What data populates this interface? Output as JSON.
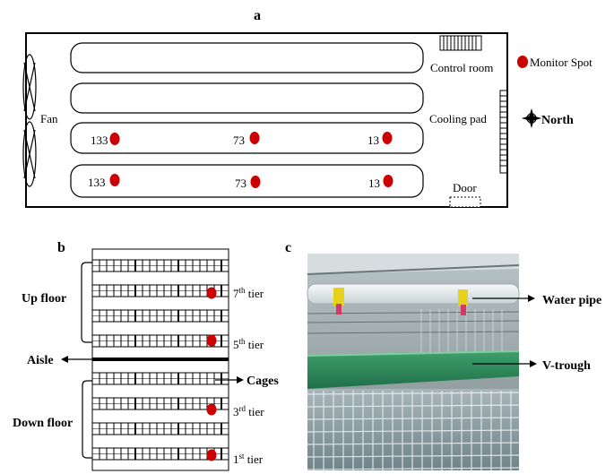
{
  "panel_a": {
    "title": "a",
    "fan": "Fan",
    "control_room": "Control room",
    "cooling_pad": "Cooling pad",
    "door": "Door",
    "monitor_spot": "Monitor Spot",
    "north": "North",
    "row3_numbers": [
      "133",
      "73",
      "13"
    ],
    "row4_numbers": [
      "133",
      "73",
      "13"
    ]
  },
  "panel_b": {
    "title": "b",
    "up_floor": "Up floor",
    "down_floor": "Down floor",
    "aisle": "Aisle",
    "cages": "Cages",
    "tier_7_num": "7",
    "tier_7_sup": "th",
    "tier_5_num": "5",
    "tier_5_sup": "th",
    "tier_3_num": "3",
    "tier_3_sup": "rd",
    "tier_1_num": "1",
    "tier_1_sup": "st",
    "tier_word": " tier"
  },
  "panel_c": {
    "title": "c",
    "water_pipe": "Water pipe",
    "v_trough": "V-trough"
  },
  "colors": {
    "monitor_red": "#cc0000",
    "trough_green": "#2e8b5a",
    "pipe_white": "#eef2f4"
  }
}
